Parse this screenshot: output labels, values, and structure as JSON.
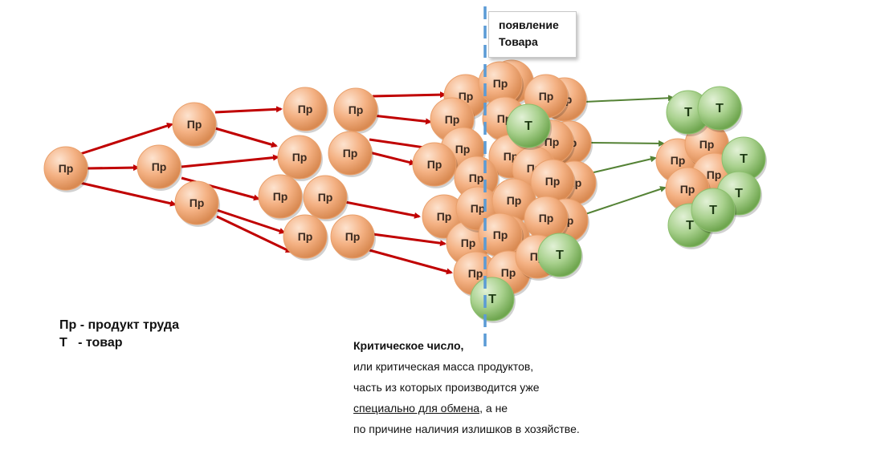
{
  "labels": {
    "product": "Пр",
    "commodity": "Т"
  },
  "callout": {
    "line1": "появление",
    "line2": "Товара"
  },
  "legend": {
    "line1": "Пр - продукт труда",
    "line2": "Т   - товар"
  },
  "caption": {
    "title": "Критическое число,",
    "line1": "или критическая масса продуктов,",
    "line2": "часть из которых производится уже",
    "line3_underlined": "специально для обмена,",
    "line3_rest": " а не",
    "line4": "по причине наличия излишков в хозяйстве."
  },
  "colors": {
    "product_fill": "#f4b183",
    "commodity_fill": "#a9d18e",
    "red_arrow": "#c00000",
    "green_arrow": "#548235",
    "divider": "#5b9bd5"
  }
}
